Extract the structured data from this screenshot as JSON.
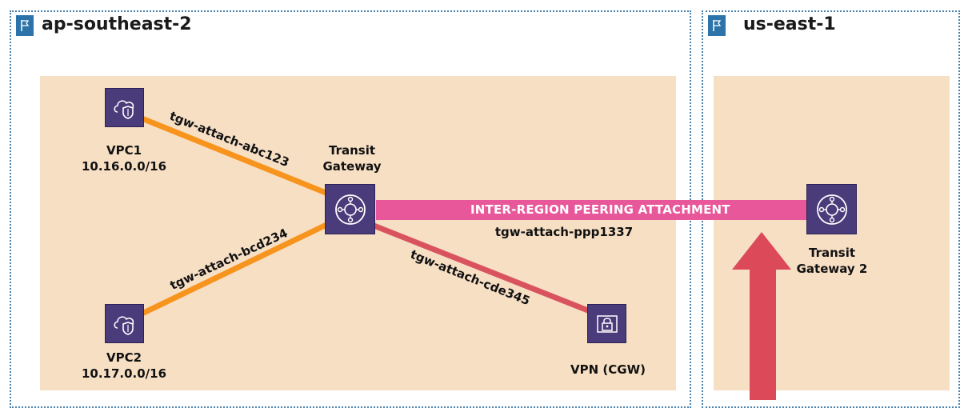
{
  "regions": {
    "left": {
      "name": "ap-southeast-2"
    },
    "right": {
      "name": "us-east-1"
    }
  },
  "nodes": {
    "vpc1": {
      "name": "VPC1",
      "cidr": "10.16.0.0/16",
      "icon": "vpc-shield-icon"
    },
    "vpc2": {
      "name": "VPC2",
      "cidr": "10.17.0.0/16",
      "icon": "vpc-shield-icon"
    },
    "tgw": {
      "line1": "Transit",
      "line2": "Gateway",
      "icon": "transit-gateway-icon"
    },
    "tgw2": {
      "line1": "Transit",
      "line2": "Gateway 2",
      "icon": "transit-gateway-icon"
    },
    "vpn": {
      "name": "VPN (CGW)",
      "icon": "vpn-lock-icon"
    }
  },
  "attachments": {
    "vpc1": "tgw-attach-abc123",
    "vpc2": "tgw-attach-bcd234",
    "vpn": "tgw-attach-cde345",
    "peering_title": "INTER-REGION PEERING ATTACHMENT",
    "peering_id": "tgw-attach-ppp1337"
  },
  "colors": {
    "region_border": "#4a83b0",
    "area_fill": "#f7dfc4",
    "node_fill": "#4a3b7a",
    "vpc_line": "#f7941d",
    "vpn_line": "#d9535f",
    "peering_bar": "#e8579a",
    "arrow": "#dc4a5a",
    "flag": "#2b73a8"
  }
}
